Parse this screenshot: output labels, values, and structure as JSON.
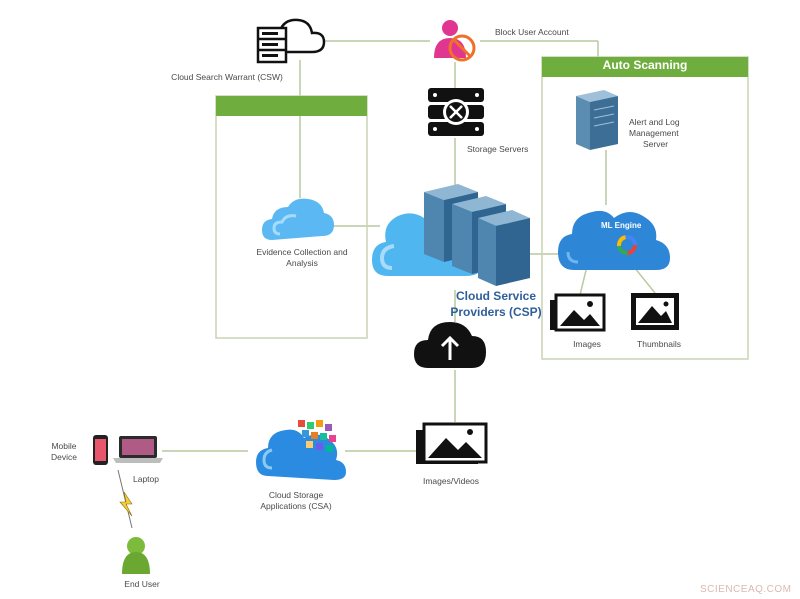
{
  "colors": {
    "panel_green": "#6fae3e",
    "line_green": "#b9c9a0",
    "server_blue": "#4a7fa8",
    "cloud_blue": "#3aa0e8",
    "black": "#111111"
  },
  "icons": {
    "csw_server": "server-stack-icon",
    "block_user": "blocked-user-icon",
    "storage": "storage-server-icon",
    "alert_server": "server-tower-icon",
    "evidence": "cloud-icon",
    "csp": "cloud-servers-icon",
    "ml": "ml-engine-cloud-icon",
    "images": "image-icon",
    "thumbs": "thumbnail-icon",
    "upload": "upload-cloud-icon",
    "media": "images-videos-icon",
    "csa": "app-cloud-icon",
    "device": "mobile-laptop-icon",
    "user": "end-user-icon",
    "bolt": "lightning-icon"
  },
  "labels": {
    "csw": "Cloud Search Warrant (CSW)",
    "block": "Block User Account",
    "auto_scanning": "Auto Scanning",
    "alert_l1": "Alert and Log",
    "alert_l2": "Management",
    "alert_l3": "Server",
    "storage": "Storage Servers",
    "evidence_l1": "Evidence Collection and",
    "evidence_l2": "Analysis",
    "ml_engine": "ML Engine",
    "csp_l1": "Cloud Service",
    "csp_l2": "Providers (CSP)",
    "images": "Images",
    "thumbnails": "Thumbnails",
    "mobile_l1": "Mobile",
    "mobile_l2": "Device",
    "laptop": "Laptop",
    "csa_l1": "Cloud Storage",
    "csa_l2": "Applications (CSA)",
    "images_videos": "Images/Videos",
    "end_user": "End User",
    "watermark": "SCIENCEAQ.COM"
  }
}
